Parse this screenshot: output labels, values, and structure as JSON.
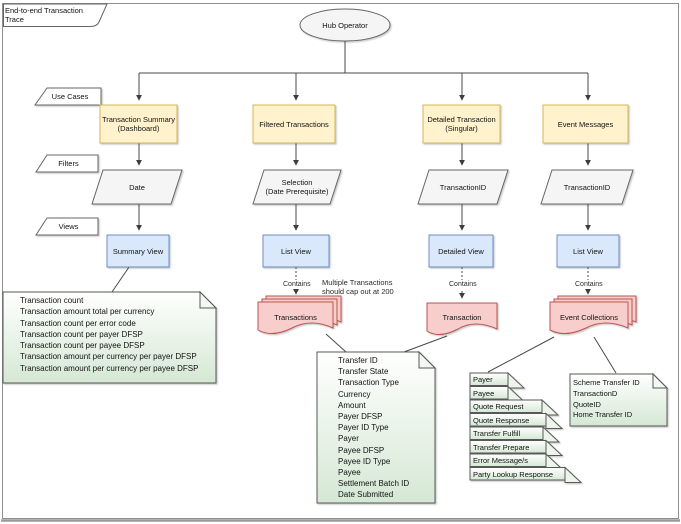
{
  "page": {
    "title": "End-to-end Transaction Trace"
  },
  "root_node": {
    "label": "Hub Operator"
  },
  "row_labels": {
    "use_cases": "Use Cases",
    "filters": "Filters",
    "views": "Views"
  },
  "columns": [
    {
      "use_case": "Transaction Summary\n(Dashboard)",
      "filter": "Date",
      "view": "Summary View"
    },
    {
      "use_case": "Filtered Transactions",
      "filter": "Selection\n(Date Prerequisite)",
      "view": "List View",
      "contains": "Contains",
      "document": "Transactions"
    },
    {
      "use_case": "Detailed Transaction\n(Singular)",
      "filter": "TransactionID",
      "view": "Detailed View",
      "contains": "Contains",
      "document": "Transaction"
    },
    {
      "use_case": "Event Messages",
      "filter": "TransactionID",
      "view": "List View",
      "contains": "Contains",
      "document": "Event Collections"
    }
  ],
  "annotation": "Multiple Transactions\nshould cap out at 200",
  "notes": {
    "summary_metrics": {
      "items": [
        "Transaction count",
        "Transaction amount total per currency",
        "Transaction count per error code",
        "Transaction count per payer DFSP",
        "Transaction count per payee DFSP",
        "Transaction amount per currency per payer DFSP",
        "Transaction amount per currency per payee DFSP"
      ]
    },
    "transaction_fields": {
      "items": [
        "Transfer ID",
        "Transfer State",
        "Transaction Type",
        "Currency",
        "Amount",
        "Payer DFSP",
        "Payer ID Type",
        "Payer",
        "Payee DFSP",
        "Payee ID Type",
        "Payee",
        "Settlement Batch ID",
        "Date Submitted"
      ]
    },
    "event_ids": {
      "items": [
        "Scheme Transfer ID",
        "TransactionD",
        "QuoteID",
        "Home Transfer ID"
      ]
    },
    "event_types": {
      "items": [
        "Payer",
        "Payee",
        "Quote Request",
        "Quote Response",
        "Transfer Fulfill",
        "Transfer Prepare",
        "Error Message/s",
        "Party Lookup Response"
      ]
    }
  },
  "palette": {
    "use_case_fill": "#fff2cc",
    "use_case_stroke": "#d6b656",
    "view_fill": "#dae8fc",
    "view_stroke": "#6c8ebf",
    "document_fill": "#f8cecc",
    "document_stroke": "#b85450",
    "note_fill": "#d5e8d4",
    "filter_fill": "#f5f5f5",
    "line": "#4a4a4a"
  }
}
